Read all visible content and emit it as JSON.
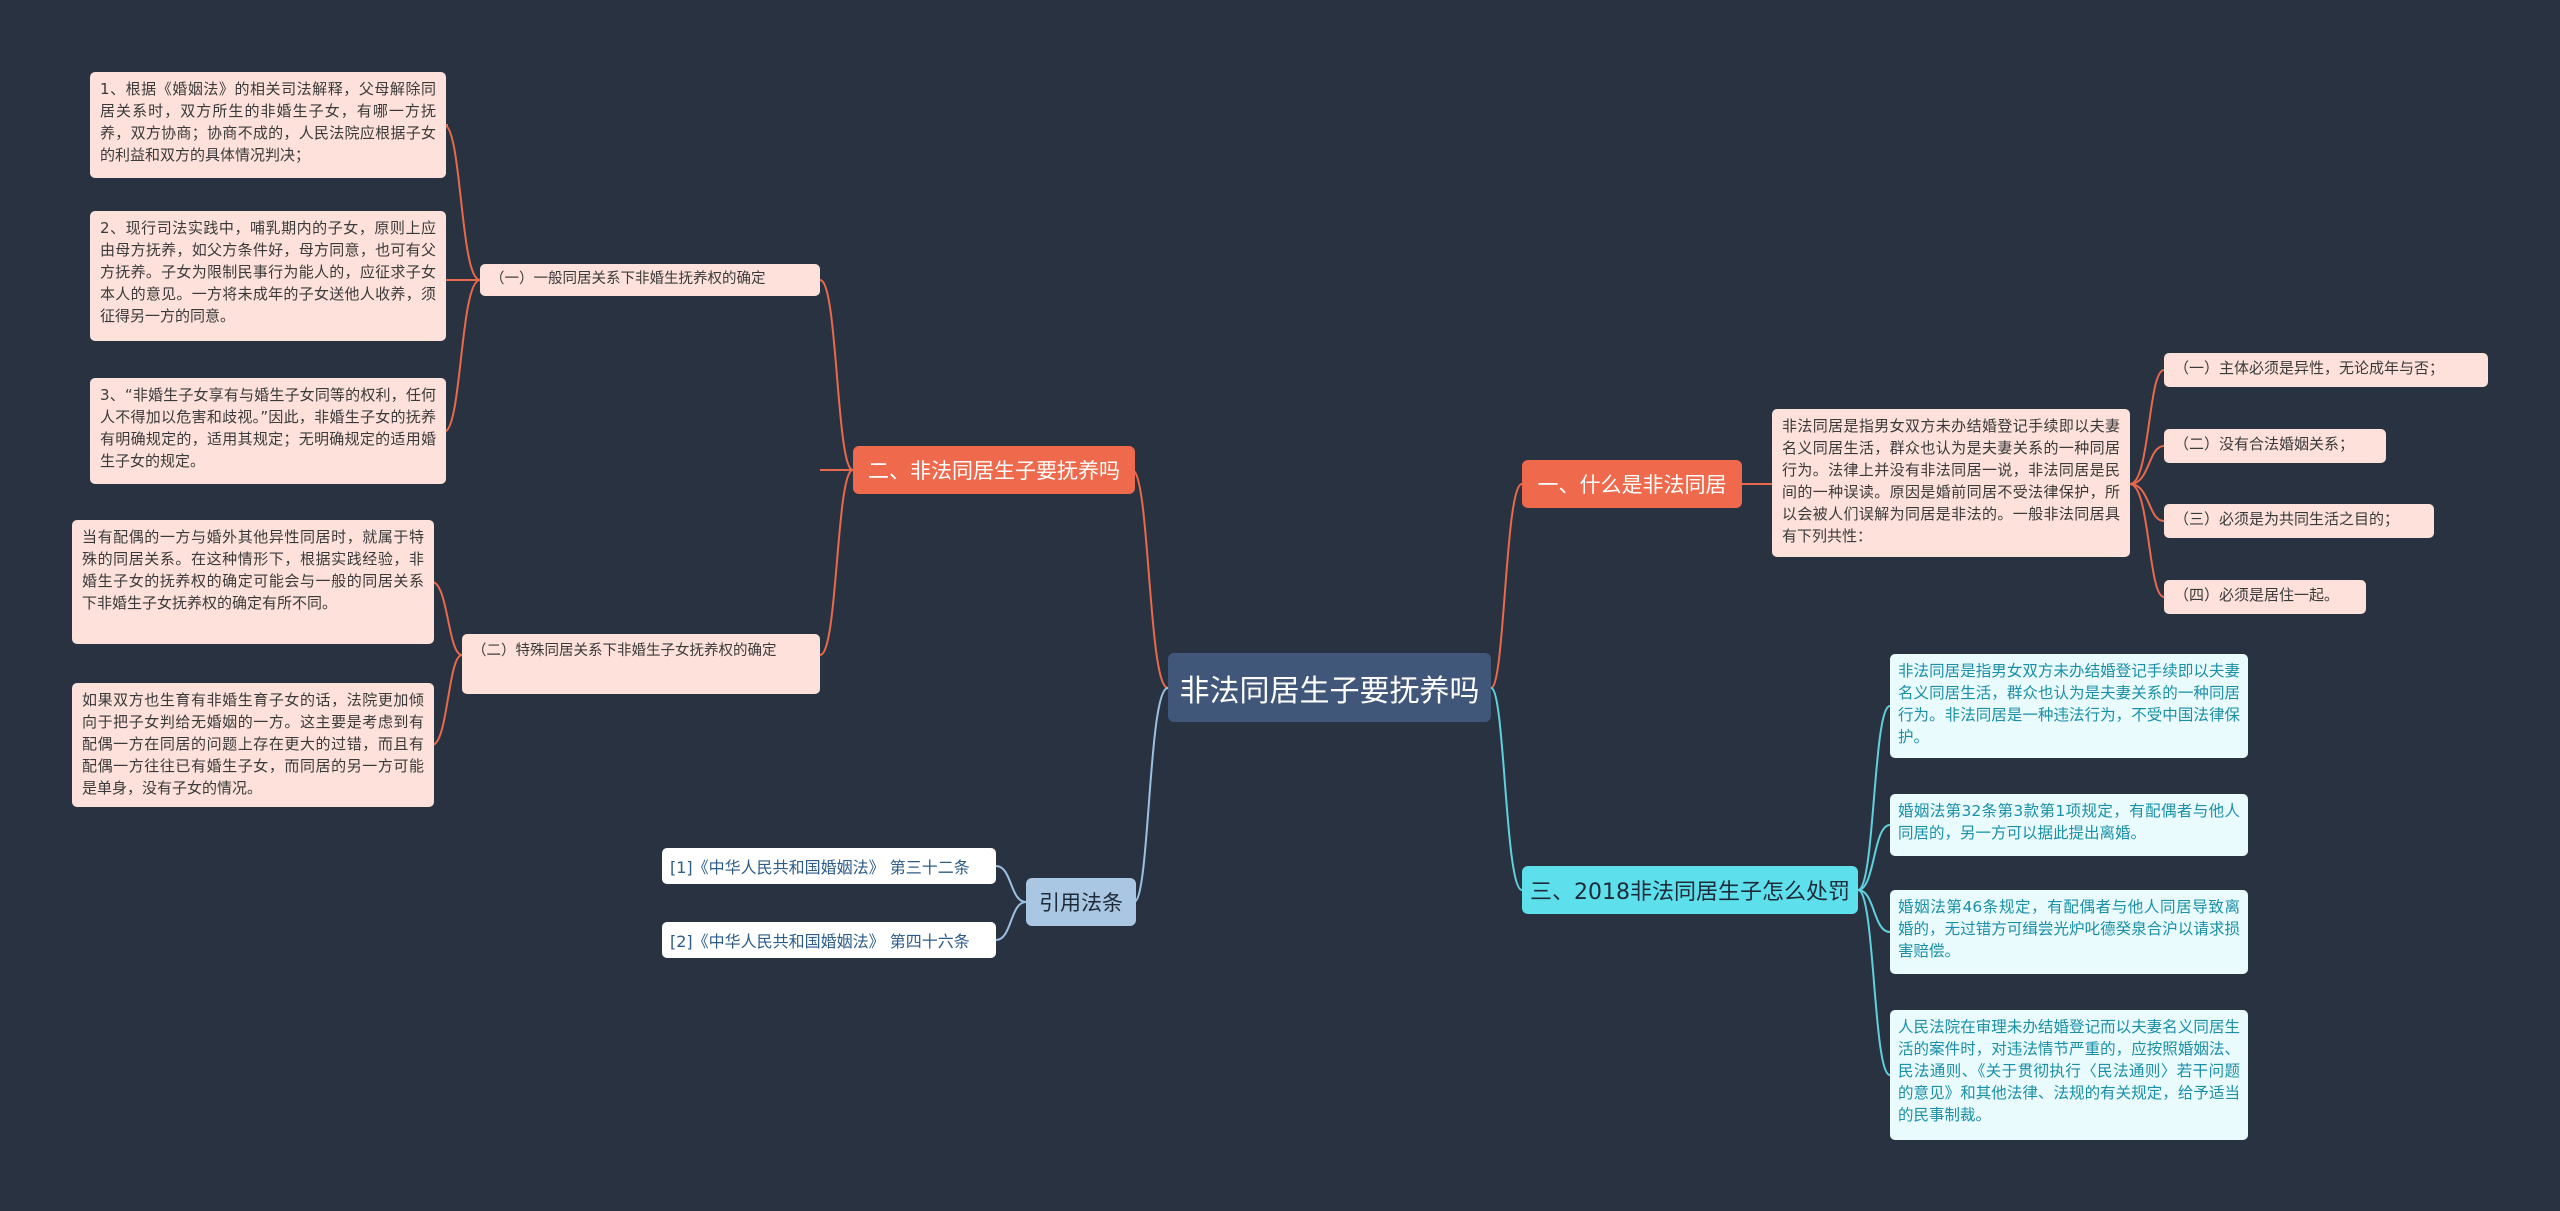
{
  "root": "非法同居生子要抚养吗",
  "colors": {
    "background": "#293241",
    "root": "#40577a",
    "orange": "#ef6a4c",
    "cyan": "#5de0ec",
    "blue": "#a9c6e2",
    "orange_line": "#e8694b",
    "cyan_line": "#5fd0dc",
    "blue_line": "#9cc0e0"
  },
  "left": {
    "support": {
      "label": "二、非法同居生子要抚养吗",
      "general": {
        "label": "（一）一般同居关系下非婚生抚养权的确定",
        "items": [
          "1、根据《婚姻法》的相关司法解释，父母解除同居关系时，双方所生的非婚生子女，有哪一方抚养，双方协商；协商不成的，人民法院应根据子女的利益和双方的具体情况判决；",
          "2、现行司法实践中，哺乳期内的子女，原则上应由母方抚养，如父方条件好，母方同意，也可有父方抚养。子女为限制民事行为能人的，应征求子女本人的意见。一方将未成年的子女送他人收养，须征得另一方的同意。",
          "3、“非婚生子女享有与婚生子女同等的权利，任何人不得加以危害和歧视。”因此，非婚生子女的抚养有明确规定的，适用其规定；无明确规定的适用婚生子女的规定。"
        ]
      },
      "special": {
        "label": "（二）特殊同居关系下非婚生子女抚养权的确定",
        "items": [
          "当有配偶的一方与婚外其他异性同居时，就属于特殊的同居关系。在这种情形下，根据实践经验，非婚生子女的抚养权的确定可能会与一般的同居关系下非婚生子女抚养权的确定有所不同。",
          "如果双方也生育有非婚生育子女的话，法院更加倾向于把子女判给无婚姻的一方。这主要是考虑到有配偶一方在同居的问题上存在更大的过错，而且有配偶一方往往已有婚生子女，而同居的另一方可能是单身，没有子女的情况。"
        ]
      }
    },
    "refs": {
      "label": "引用法条",
      "items": [
        "[1]《中华人民共和国婚姻法》 第三十二条",
        "[2]《中华人民共和国婚姻法》 第四十六条"
      ]
    }
  },
  "right": {
    "definition": {
      "label": "一、什么是非法同居",
      "text": "非法同居是指男女双方未办结婚登记手续即以夫妻名义同居生活，群众也认为是夫妻关系的一种同居行为。法律上并没有非法同居一说，非法同居是民间的一种误读。原因是婚前同居不受法律保护，所以会被人们误解为同居是非法的。一般非法同居具有下列共性：",
      "items": [
        "（一）主体必须是异性，无论成年与否；",
        "（二）没有合法婚姻关系；",
        "（三）必须是为共同生活之目的；",
        "（四）必须是居住一起。"
      ]
    },
    "penalty": {
      "label": "三、2018非法同居生子怎么处罚",
      "items": [
        "非法同居是指男女双方未办结婚登记手续即以夫妻名义同居生活，群众也认为是夫妻关系的一种同居行为。非法同居是一种违法行为，不受中国法律保护。",
        "婚姻法第32条第3款第1项规定，有配偶者与他人同居的，另一方可以据此提出离婚。",
        "婚姻法第46条规定，有配偶者与他人同居导致离婚的，无过错方可缉尝光炉叱德癸泉合沪以请求损害赔偿。",
        "人民法院在审理未办结婚登记而以夫妻名义同居生活的案件时，对违法情节严重的，应按照婚姻法、民法通则、《关于贯彻执行〈民法通则〉若干问题的意见》和其他法律、法规的有关规定，给予适当的民事制裁。"
      ]
    }
  }
}
